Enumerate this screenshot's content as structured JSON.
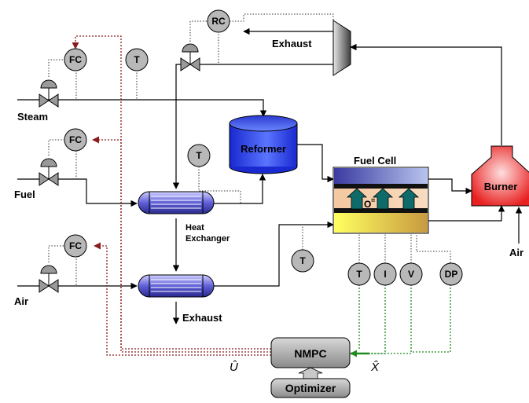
{
  "instruments": {
    "rc": "RC",
    "fc_steam": "FC",
    "fc_fuel": "FC",
    "fc_air": "FC",
    "t_steam": "T",
    "t_he": "T",
    "t_fc": "T",
    "t_meas": "T",
    "i_meas": "I",
    "v_meas": "V",
    "dp_meas": "DP"
  },
  "labels": {
    "steam": "Steam",
    "fuel": "Fuel",
    "air_in": "Air",
    "air_burner": "Air",
    "exhaust_top": "Exhaust",
    "exhaust_bottom": "Exhaust",
    "reformer": "Reformer",
    "fuel_cell": "Fuel Cell",
    "oxide": "O",
    "oxide_sup": "=",
    "burner": "Burner",
    "heat_exchanger_1": "Heat",
    "heat_exchanger_2": "Exchanger",
    "nmpc": "NMPC",
    "optimizer": "Optimizer",
    "u_hat": "Û",
    "x_hat": "X̂"
  },
  "colors": {
    "control_signal": "#8b1a1a",
    "measurement_signal": "#2e9c2e",
    "instrument_fill": "#b8b8b8",
    "reformer_fill": "#2a3cd8",
    "burner_fill": "#e83030",
    "hx_fill": "#5a5ad0"
  }
}
